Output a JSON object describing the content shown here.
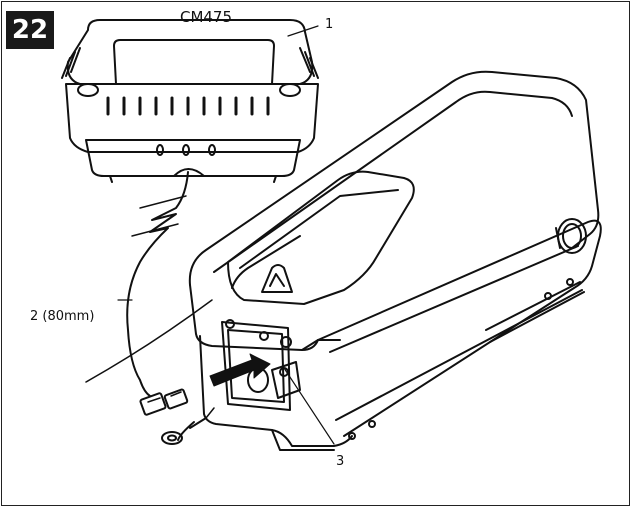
{
  "figure": {
    "number": "22",
    "model_label": "CM475",
    "callouts": [
      {
        "id": "1",
        "text": "1"
      },
      {
        "id": "2",
        "text": "2 (80mm)"
      },
      {
        "id": "3",
        "text": "3"
      }
    ]
  }
}
